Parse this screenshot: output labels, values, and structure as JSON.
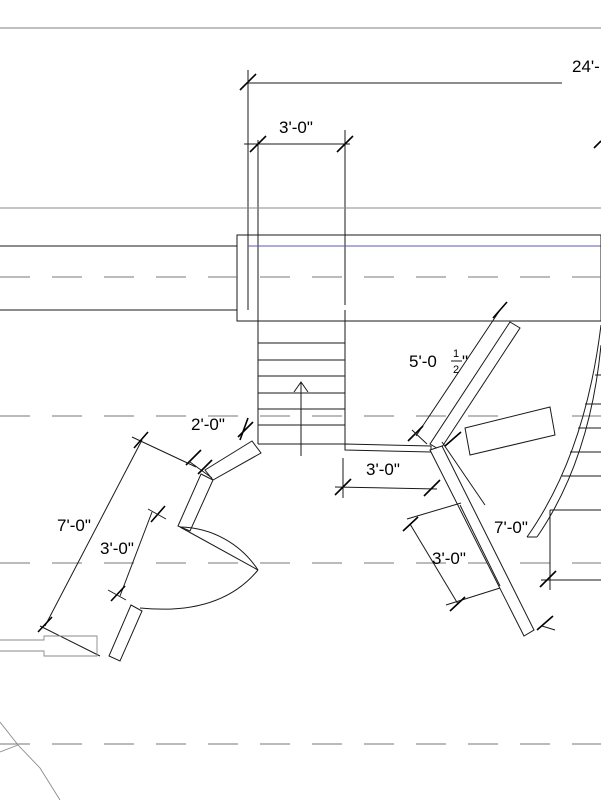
{
  "dimensions": {
    "top_overall": "24'-",
    "stair_width": "3'-0\"",
    "left_side_short": "2'-0\"",
    "left_diag_long": "7'-0\"",
    "left_door": "3'-0\"",
    "right_diag_upper": "5'-0",
    "right_diag_upper_num": "1",
    "right_diag_upper_den": "2",
    "right_diag_upper_unit": "\"",
    "center_short": "3'-0\"",
    "right_door": "3'-0\"",
    "right_diag_long": "7'-0\""
  },
  "colors": {
    "line": "#1a1a1a",
    "grey": "#8a8a8a",
    "blue_line": "#5a5ab0",
    "dash": "#777777"
  }
}
